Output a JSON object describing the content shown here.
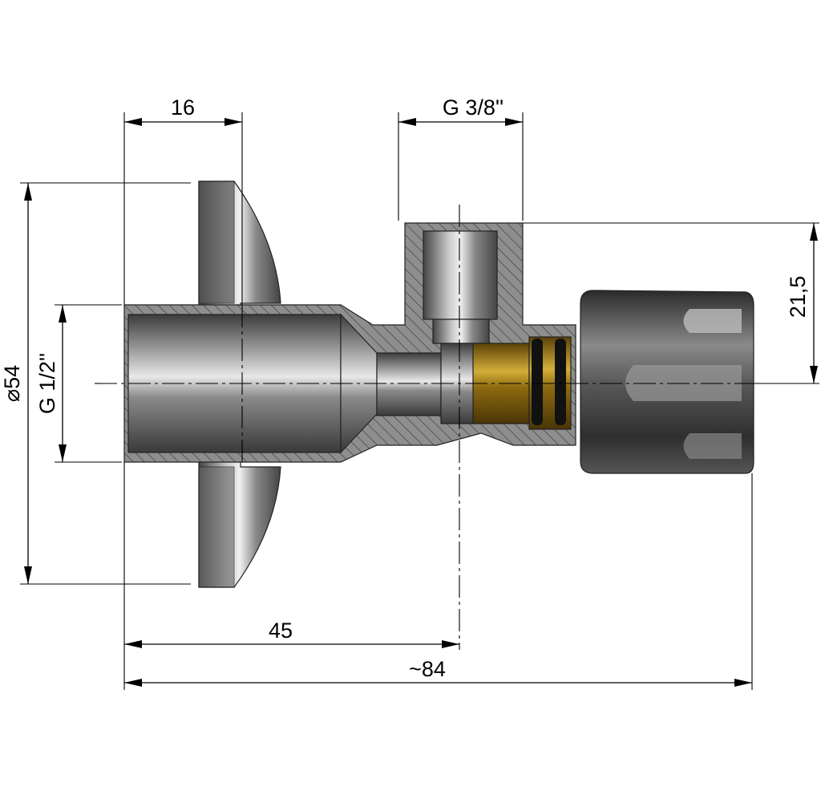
{
  "drawing": {
    "title": "Angle valve section drawing",
    "dimensions": {
      "flange_width": "16",
      "outlet_thread": "G 3/8''",
      "outlet_height": "21,5",
      "rosette_diameter": "⌀54",
      "inlet_thread": "G 1/2''",
      "outlet_axis_distance": "45",
      "overall_length": "~84"
    },
    "colors": {
      "steel": "#8a8a8a",
      "dark": "#3a3a3a",
      "brass": "#b08a1a",
      "hatch": "#555555"
    }
  }
}
